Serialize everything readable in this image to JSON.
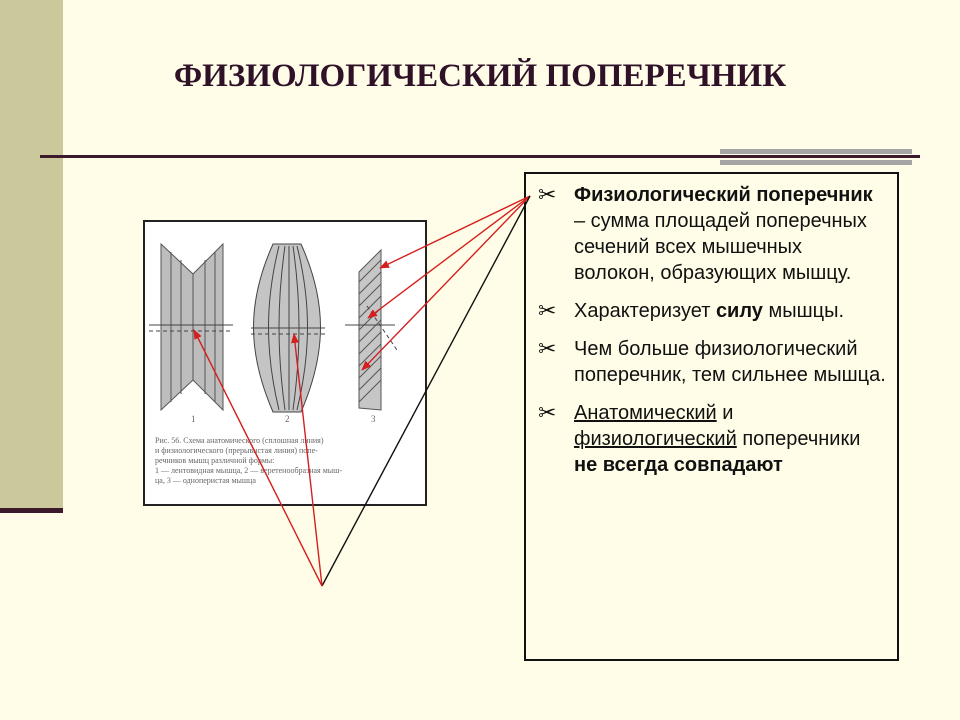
{
  "slide": {
    "title": "ФИЗИОЛОГИЧЕСКИЙ ПОПЕРЕЧНИК",
    "accent_color": "#3b1b2b",
    "sidebar_color": "#cbc99b",
    "background_color": "#fffde7"
  },
  "figure": {
    "labels": [
      "1",
      "2",
      "3"
    ],
    "caption_line1": "Рис. 56. Схема анатомического (сплошная линия)",
    "caption_line2": "и физиологического (прерывистая линия) попе-",
    "caption_line3": "речников мышц различной формы:",
    "caption_line4": "1 — лентовидная мышца, 2 — веретенообразная мыш-",
    "caption_line5": "ца, 3 — одноперистая мышца"
  },
  "bullets": {
    "icon": "scissors-icon",
    "b1_bold": "Физиологический поперечник",
    "b1_text": " – сумма площадей поперечных сечений  всех мышечных волокон, образующих мышцу.",
    "b2_text": " Характеризует ",
    "b2_bold": "силу",
    "b2_tail": " мышцы.",
    "b3_text": " Чем больше физиологический поперечник, тем сильнее мышца.",
    "b4_u1": "Анатомический",
    "b4_mid": " и ",
    "b4_u2": "физиологический",
    "b4_text": " поперечники ",
    "b4_bold": "не всегда совпадают"
  },
  "colors": {
    "arrow": "#d42020",
    "line": "#111111"
  }
}
